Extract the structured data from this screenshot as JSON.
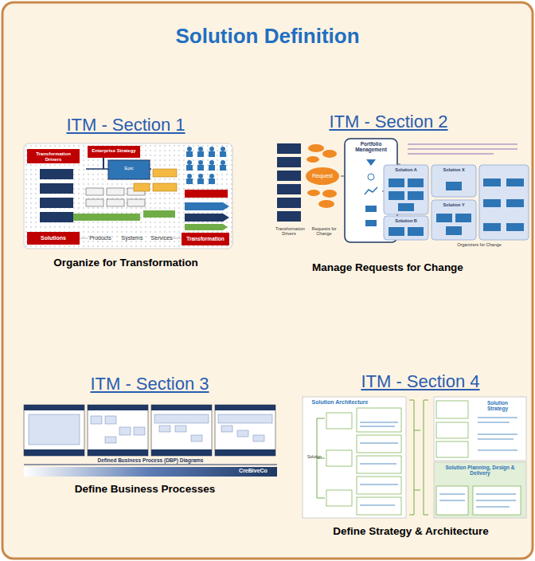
{
  "diagram": {
    "title": "Solution Definition",
    "labels": [
      "ITM - Section 1",
      "Organize for Transformation",
      "ITM - Section 2",
      "Manage Requests for Change",
      "ITM - Section 3",
      "Define Business Processes",
      "ITM - Section 4",
      "Define Strategy & Architecture",
      "Transformation Drivers",
      "Enterprise Strategy",
      "Epic",
      "Solutions",
      "Products",
      "Systems",
      "Services",
      "Transformation",
      "Portfolio Management",
      "Request",
      "Transformation Drivers",
      "Requests for Change",
      "Organizers for Change",
      "Solution A",
      "Solution X",
      "Solution B",
      "Solution Y",
      "Defined Business Process (DBP) Diagrams",
      "CreBiveCo",
      "Solution Architecture",
      "Solution Strategy",
      "Solution Planning, Design & Delivery",
      "Solution"
    ]
  }
}
